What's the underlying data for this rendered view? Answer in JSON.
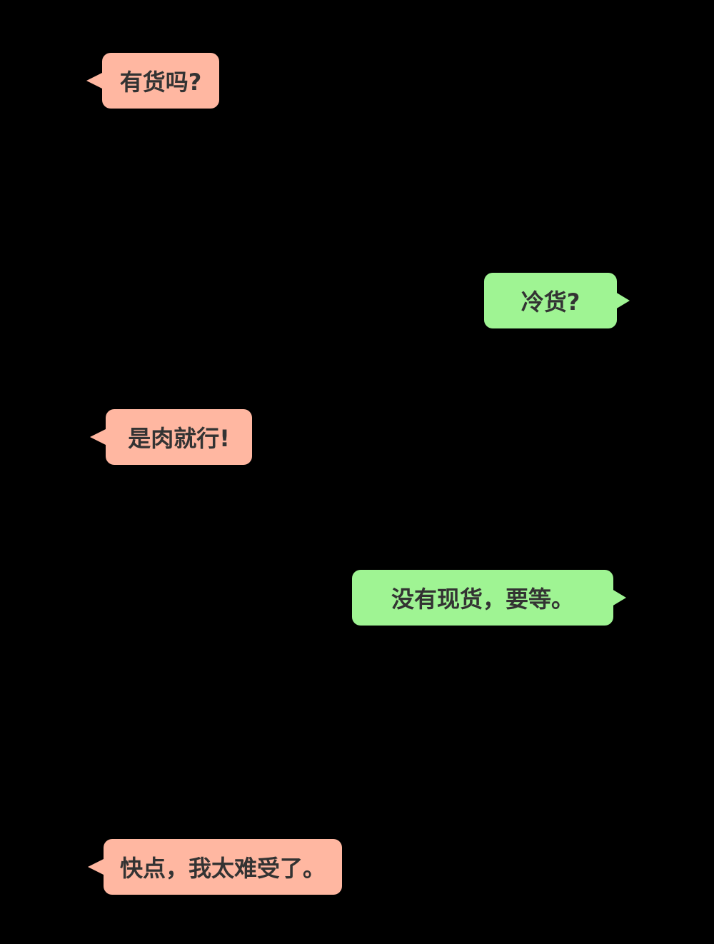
{
  "colors": {
    "background": "#000000",
    "incoming_bubble": "#FFB7A1",
    "outgoing_bubble": "#9FF493",
    "text": "#333333"
  },
  "messages": [
    {
      "side": "incoming",
      "text": "有货吗?"
    },
    {
      "side": "outgoing",
      "text": "冷货?"
    },
    {
      "side": "incoming",
      "text": "是肉就行!"
    },
    {
      "side": "outgoing",
      "text": "没有现货，要等。"
    },
    {
      "side": "incoming",
      "text": "快点，我太难受了。"
    }
  ]
}
